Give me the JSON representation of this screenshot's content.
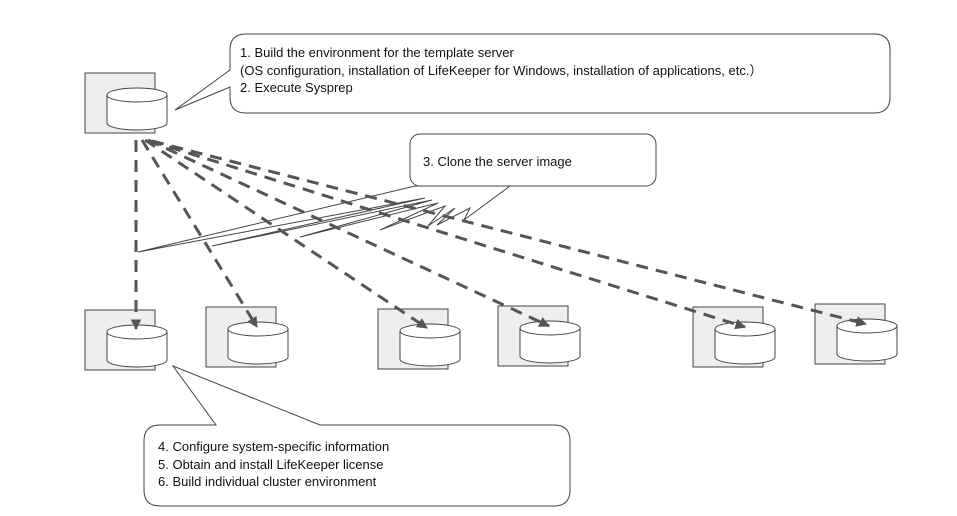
{
  "colors": {
    "background": "#ffffff",
    "server_box_fill": "#eeeeee",
    "outline": "#444444",
    "arrow": "#555555",
    "callout_fill": "#ffffff",
    "text": "#111111"
  },
  "callouts": {
    "template": {
      "lines": [
        "1. Build the environment for the template server",
        "(OS configuration, installation of LifeKeeper for Windows, installation of applications, etc.）",
        "2. Execute Sysprep"
      ]
    },
    "clone": {
      "lines": [
        "3. Clone the server image"
      ]
    },
    "configure": {
      "lines": [
        "4. Configure system-specific information",
        "5. Obtain and install LifeKeeper license",
        "6. Build individual cluster environment"
      ]
    }
  },
  "icons": {
    "template_server": "server-with-disk-icon",
    "clone_server": "server-with-disk-icon"
  }
}
